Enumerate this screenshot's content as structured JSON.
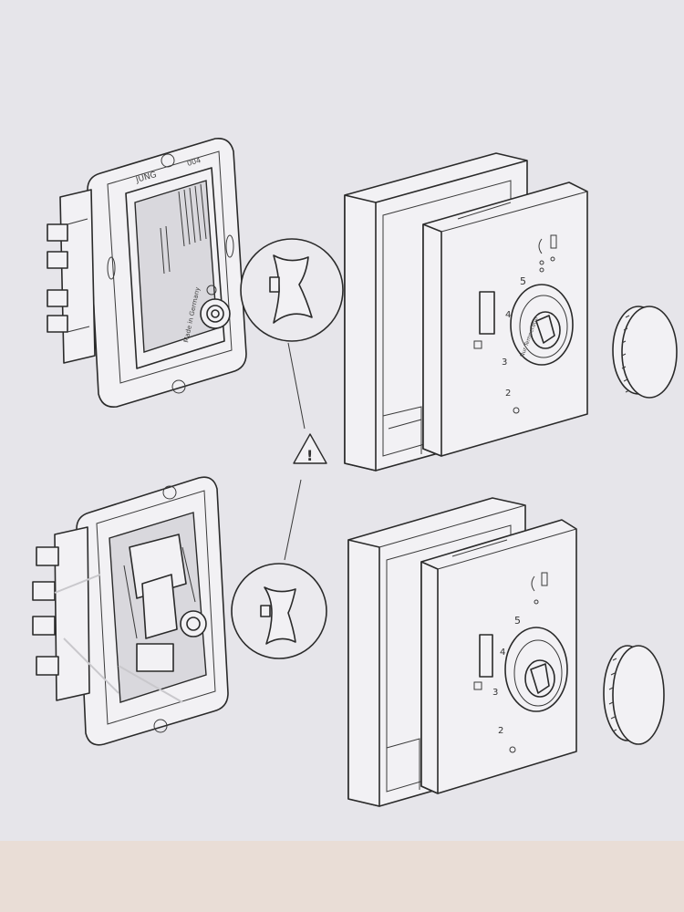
{
  "figure": {
    "top_insert": {
      "brand_label": "JUNG",
      "code_label": "004",
      "side_text": "Made in Germany"
    },
    "top_cover": {
      "dial_marks": [
        "5",
        "4",
        "3",
        "2"
      ],
      "dial_ring_text": "Nur Temperatur"
    },
    "bottom_cover": {
      "dial_marks": [
        "5",
        "4",
        "3",
        "2"
      ]
    },
    "warning_symbol": "!",
    "colors": {
      "background": "#e6e5ea",
      "line": "#2a2a2a",
      "part_fill": "#f2f1f4",
      "floor_strip": "#e9ddd6"
    }
  }
}
